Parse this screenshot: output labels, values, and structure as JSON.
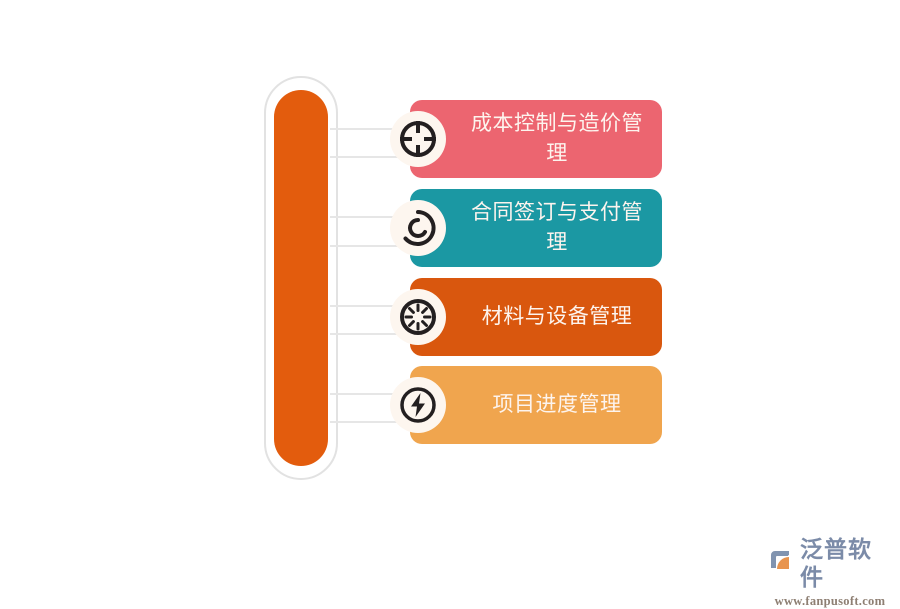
{
  "diagram": {
    "center": {
      "name": "central-capsule",
      "color": "#e35c0d",
      "outline_color": "#e2e2e2"
    },
    "connector_color": "#e6e6e6",
    "items": [
      {
        "label": "成本控制与造价管理",
        "color": "#ec6570",
        "icon": "target-crosshair-icon",
        "text_color": "#fdf4ee"
      },
      {
        "label": "合同签订与支付管理",
        "color": "#1b98a3",
        "icon": "spiral-refresh-icon",
        "text_color": "#fdf4ee"
      },
      {
        "label": "材料与设备管理",
        "color": "#d9570e",
        "icon": "radial-burst-icon",
        "text_color": "#fdf4ee"
      },
      {
        "label": "项目进度管理",
        "color": "#f0a54e",
        "icon": "lightning-bolt-icon",
        "text_color": "#fdf4ee"
      }
    ]
  },
  "logo": {
    "name": "泛普软件",
    "url": "www.fanpusoft.com",
    "mark_icon": "fanpu-logo-mark-icon",
    "name_color": "#7b8ba8",
    "url_color": "#8e7f73"
  }
}
